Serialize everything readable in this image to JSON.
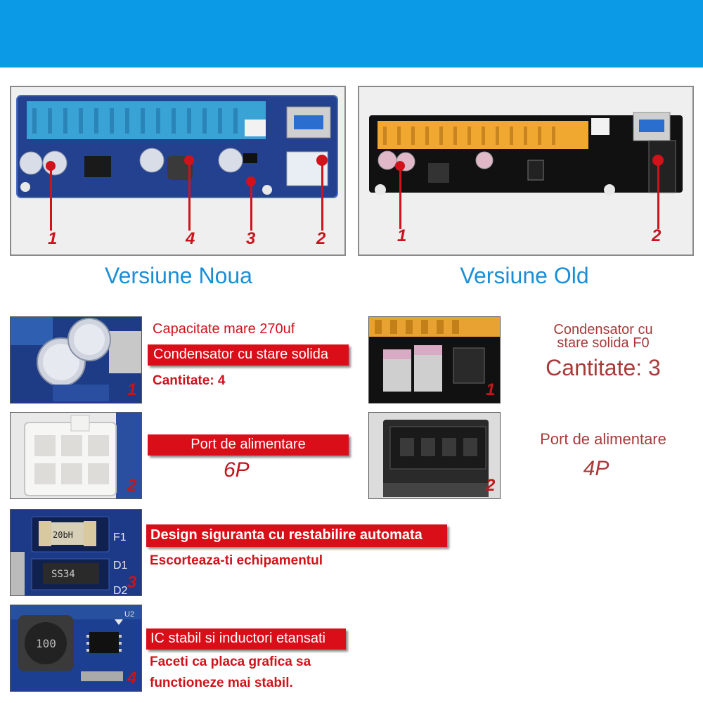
{
  "versions": {
    "new_title": "Versiune Noua",
    "old_title": "Versiune Old"
  },
  "markers": {
    "new_board": [
      "1",
      "4",
      "3",
      "2"
    ],
    "old_board": [
      "1",
      "2"
    ]
  },
  "new_features": {
    "capacitor": {
      "capacity": "Capacitate mare 270uf",
      "bar": "Condensator cu stare solida",
      "quantity": "Cantitate: 4",
      "marker": "1"
    },
    "power": {
      "bar": "Port de alimentare",
      "pins": "6P",
      "marker": "2"
    },
    "fuse": {
      "bar": "Design siguranta cu restabilire automata",
      "subtitle": "Escorteaza-ti echipamentul",
      "marker": "3"
    },
    "ic": {
      "bar": "IC stabil si inductori etansati",
      "line1": "Faceti ca placa grafica sa",
      "line2": "functioneze mai stabil.",
      "marker": "4"
    }
  },
  "old_features": {
    "capacitor": {
      "line1": "Condensator cu",
      "line2": "stare solida F0",
      "quantity": "Cantitate: 3",
      "marker": "1"
    },
    "power": {
      "label": "Port de alimentare",
      "pins": "4P",
      "marker": "2"
    }
  },
  "component_labels": {
    "fuse_code": "20bH",
    "diode_code": "SS34",
    "f1": "F1",
    "d1": "D1",
    "d2": "D2",
    "u2": "U2",
    "inductor_code": "100"
  },
  "colors": {
    "banner": "#0a9ae6",
    "accent_red": "#d90e18",
    "title_blue": "#1b8fd6",
    "old_text": "#a83a3a"
  }
}
